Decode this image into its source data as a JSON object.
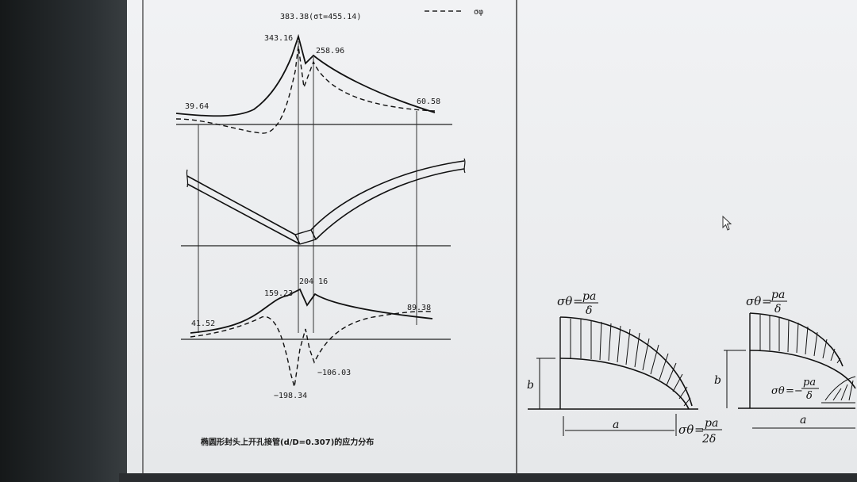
{
  "legend": {
    "sigma_phi": "σφ"
  },
  "upper": {
    "peak": "383.38(σt=455.14)",
    "left_peak": "343.16",
    "right_peak": "258.96",
    "left_end": "39.64",
    "right_end": "60.58"
  },
  "lower": {
    "left_peak": "159.23",
    "right_peak": "204 16",
    "left_end": "41.52",
    "right_end": "89.38",
    "min_left": "−198.34",
    "min_right": "−106.03"
  },
  "caption": "椭圆形封头上开孔接管(d/D=0.307)的应力分布",
  "right1": {
    "top_sigma": "σθ",
    "top_num": "pa",
    "top_den": "δ",
    "axis_b": "b",
    "axis_a": "a",
    "bottom_sigma": "σθ",
    "bottom_num": "pa",
    "bottom_den": "2δ"
  },
  "right2": {
    "top_sigma": "σθ",
    "top_num": "pa",
    "top_den": "δ",
    "axis_b": "b",
    "axis_a": "a",
    "mid_sigma": "σθ",
    "mid_minus": "=−",
    "mid_num": "pa",
    "mid_den": "δ"
  }
}
